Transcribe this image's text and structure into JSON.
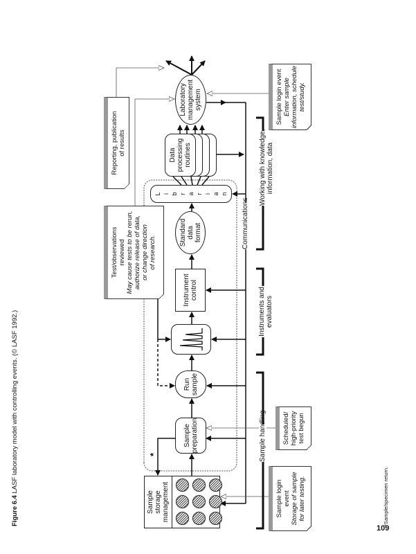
{
  "caption": {
    "label": "Figure 6.4",
    "text": "LASF laboratory model with controlling events. (© LASF 1992.)"
  },
  "footnote": "*Sample/specimen return.",
  "page_number": "109",
  "nodes": {
    "sample_storage": [
      "Sample",
      "storage",
      "management"
    ],
    "sample_preparation": [
      "Sample",
      "preparation"
    ],
    "run_sample": [
      "Run",
      "sample"
    ],
    "instrument_control": [
      "Instrument",
      "control"
    ],
    "standard_data_format": [
      "Standard",
      "data",
      "format"
    ],
    "librarian": [
      "L",
      "i",
      "b",
      "r",
      "a",
      "r",
      "i",
      "a",
      "n"
    ],
    "data_processing": [
      "Data",
      "processing",
      "routines"
    ],
    "lms": [
      "Laboratory",
      "management",
      "system"
    ],
    "return_marker": "*"
  },
  "notes": {
    "reporting": [
      "Reporting, publication",
      "of results"
    ],
    "test_reviewed": {
      "title": [
        "Test/observations",
        "reviewed"
      ],
      "detail": [
        "May cause tests to be rerun,",
        "authorize release of data,",
        "or change direction",
        "of research."
      ]
    },
    "sample_login_storage": {
      "title": [
        "Sample login",
        "event"
      ],
      "detail": [
        "Storage of sample",
        "for later testing."
      ]
    },
    "scheduled": [
      "Scheduled/",
      "high-priority",
      "test begun"
    ],
    "sample_login_enter": {
      "title": [
        "Sample login event"
      ],
      "detail": [
        "Enter sample",
        "information, schedule",
        "test/study."
      ]
    }
  },
  "labels": {
    "sample_handling": "Sample handling",
    "instruments": [
      "Instruments and",
      "evaluators"
    ],
    "communications": "Communications",
    "working": [
      "Working with knowledge,",
      "information, data"
    ]
  }
}
